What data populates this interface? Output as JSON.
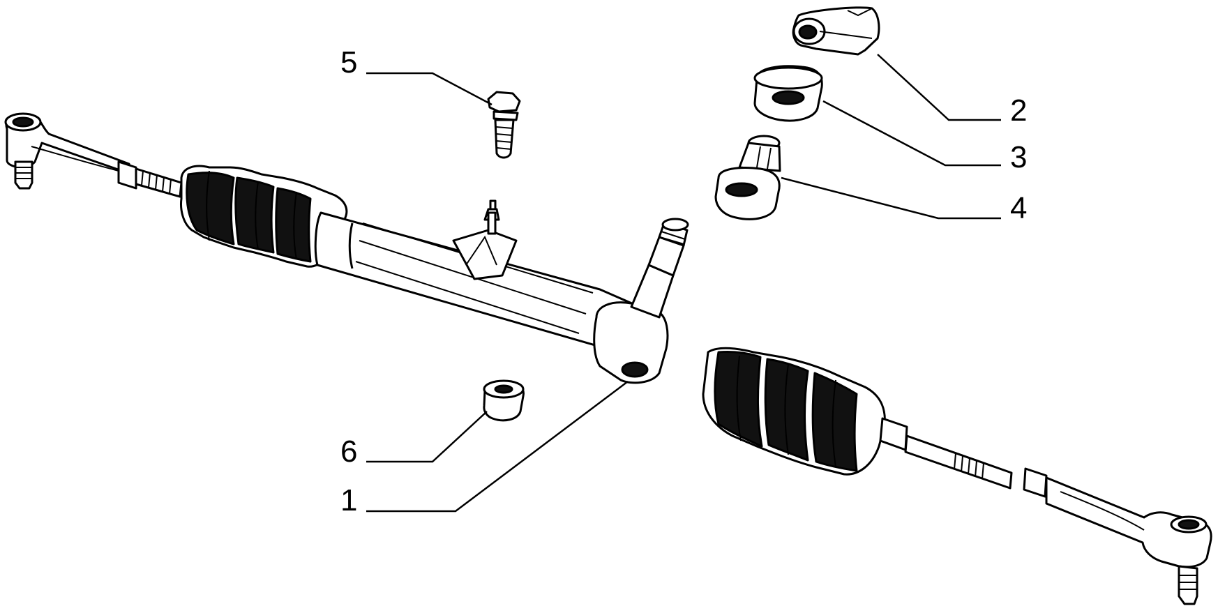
{
  "diagram": {
    "background": "#ffffff",
    "ink": "#000000",
    "callouts": [
      {
        "id": "1",
        "label": "1"
      },
      {
        "id": "2",
        "label": "2"
      },
      {
        "id": "3",
        "label": "3"
      },
      {
        "id": "4",
        "label": "4"
      },
      {
        "id": "5",
        "label": "5"
      },
      {
        "id": "6",
        "label": "6"
      }
    ]
  }
}
